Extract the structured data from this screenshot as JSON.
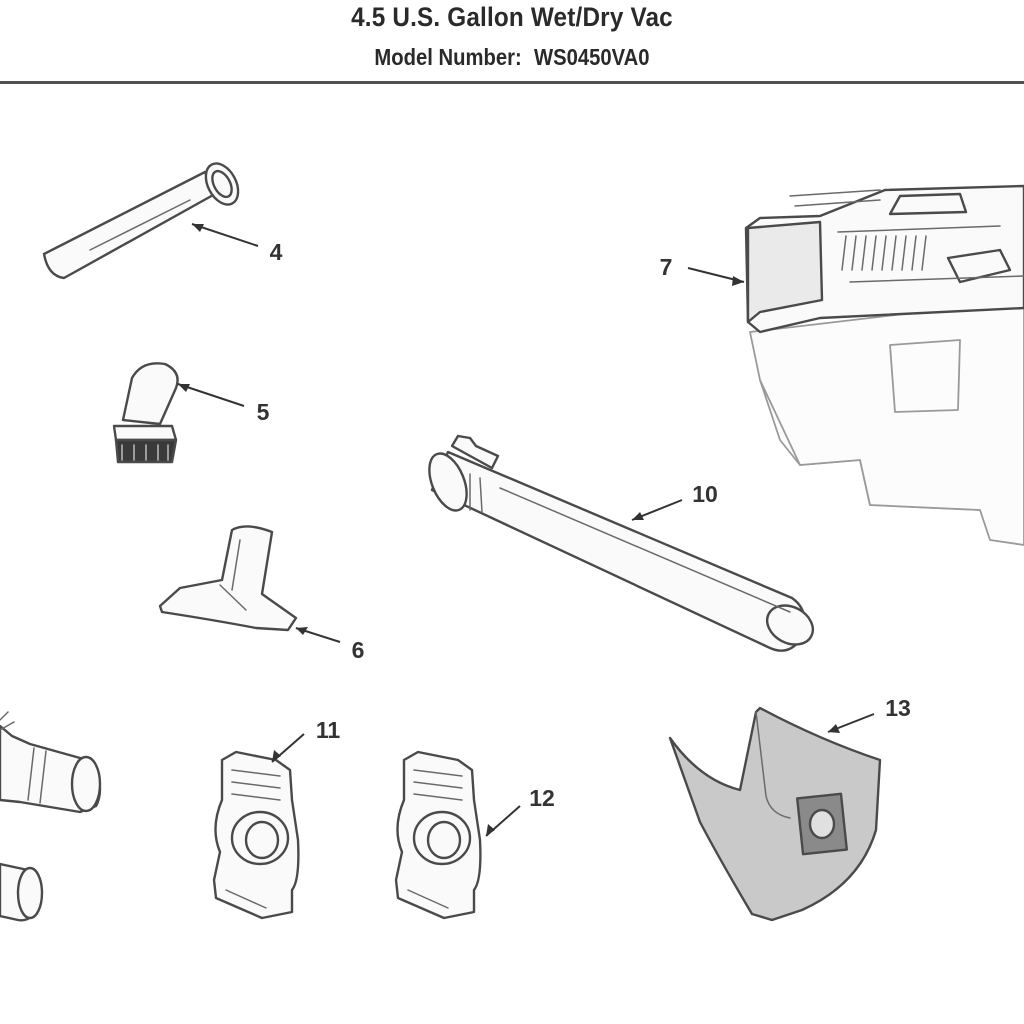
{
  "header": {
    "title": "4.5 U.S. Gallon Wet/Dry Vac",
    "model_label": "Model Number:",
    "model_number": "WS0450VA0"
  },
  "callouts": [
    {
      "id": "4",
      "label": "4"
    },
    {
      "id": "5",
      "label": "5"
    },
    {
      "id": "6",
      "label": "6"
    },
    {
      "id": "7",
      "label": "7"
    },
    {
      "id": "10",
      "label": "10"
    },
    {
      "id": "11",
      "label": "11"
    },
    {
      "id": "12",
      "label": "12"
    },
    {
      "id": "13",
      "label": "13"
    }
  ],
  "colors": {
    "line": "#333333",
    "filter_bag": "#c9c9c9",
    "rule": "#505050"
  }
}
